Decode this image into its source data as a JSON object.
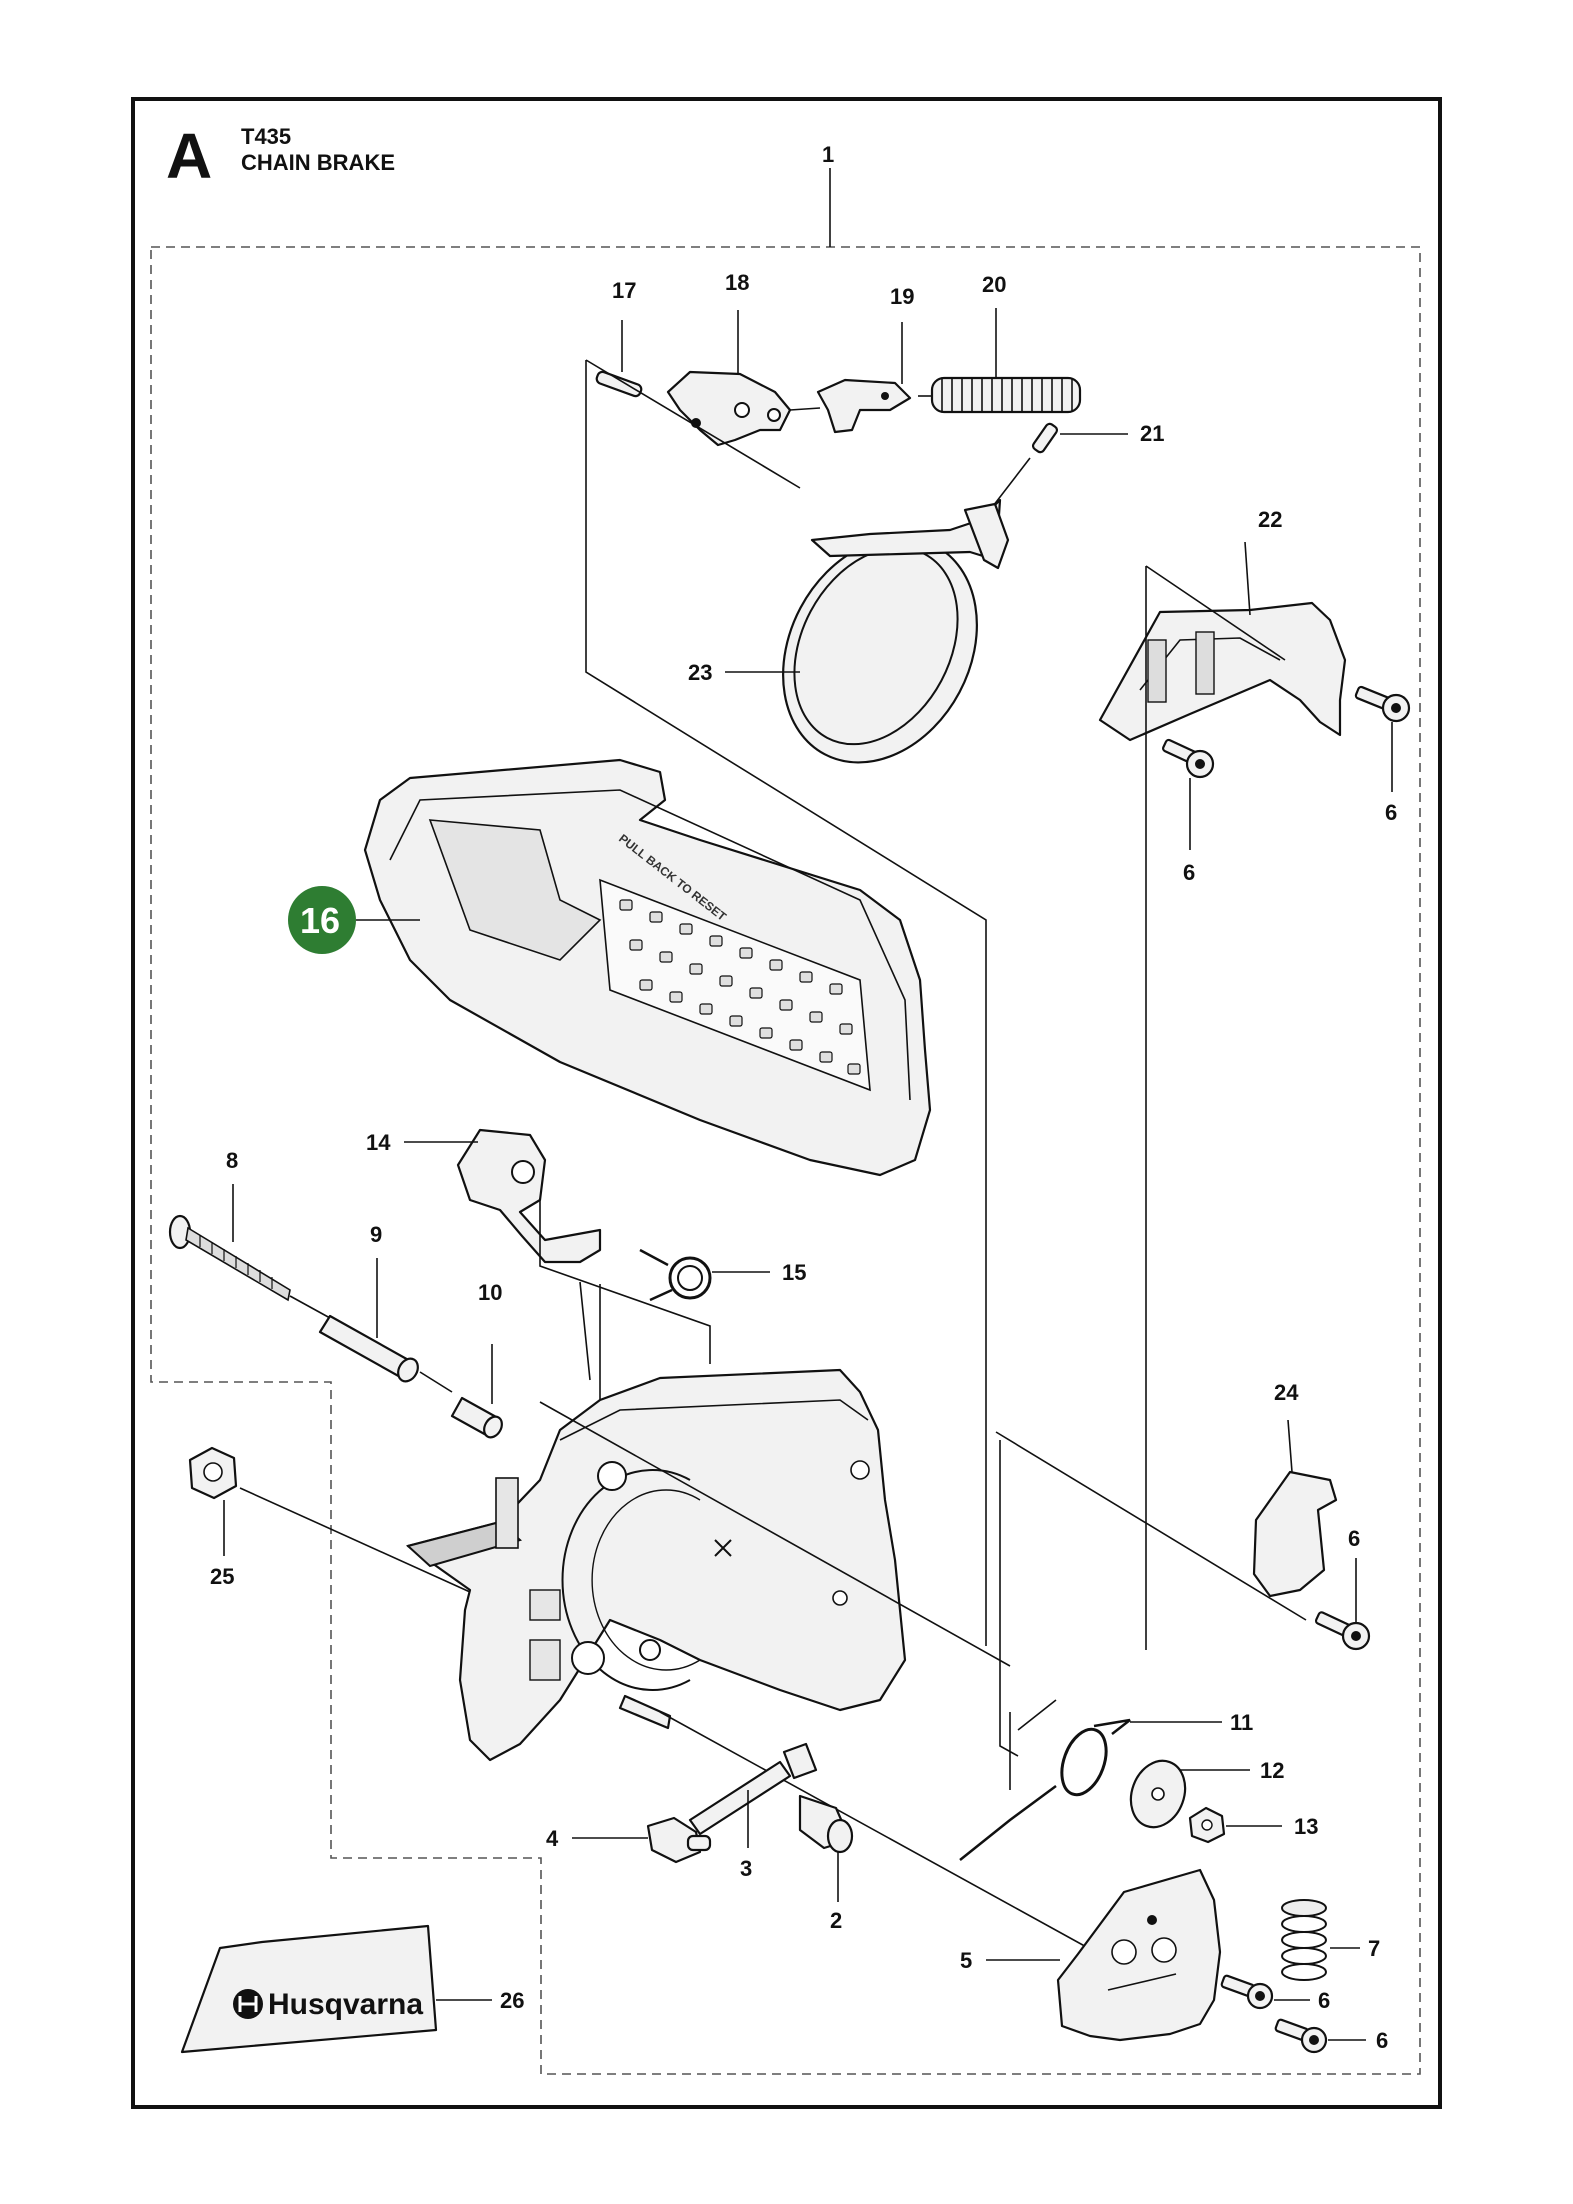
{
  "header": {
    "section_letter": "A",
    "model": "T435",
    "title": "CHAIN BRAKE"
  },
  "highlight_color": "#2e7d32",
  "callouts": {
    "p1": "1",
    "p2": "2",
    "p3": "3",
    "p4": "4",
    "p5": "5",
    "p6a": "6",
    "p6b": "6",
    "p6c": "6",
    "p6d": "6",
    "p6e": "6",
    "p7": "7",
    "p8": "8",
    "p9": "9",
    "p10": "10",
    "p11": "11",
    "p12": "12",
    "p13": "13",
    "p14": "14",
    "p15": "15",
    "p16": "16",
    "p17": "17",
    "p18": "18",
    "p19": "19",
    "p20": "20",
    "p21": "21",
    "p22": "22",
    "p23": "23",
    "p24": "24",
    "p25": "25",
    "p26": "26"
  },
  "embossed": {
    "guard_text": "PULL BACK TO RESET"
  },
  "logo": {
    "brand": "Husqvarna"
  }
}
